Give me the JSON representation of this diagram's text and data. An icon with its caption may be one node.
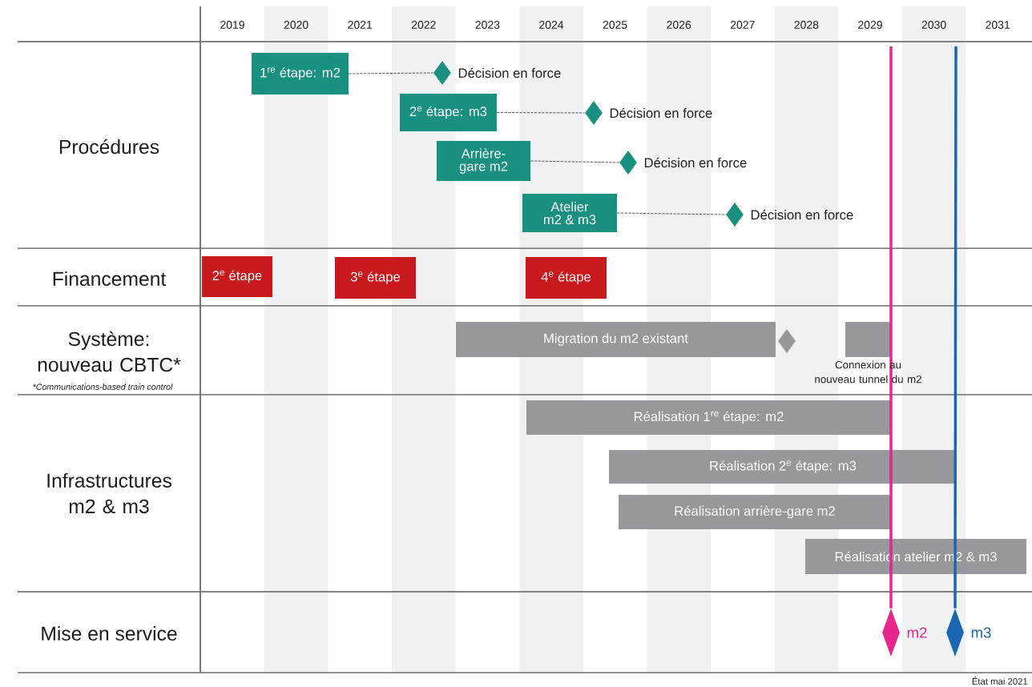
{
  "diagram": {
    "nodes": [
      {
        "text": [
          "1$^{re}$ étape: m2"
        ]
      },
      {
        "text": [],
        "shape": "diamond",
        "beside": [
          "Décision en force"
        ]
      },
      {
        "text": [
          "2$^{e}$ étape: m3"
        ]
      },
      {
        "text": [],
        "shape": "diamond",
        "beside": [
          "Décision en force"
        ]
      },
      {
        "text": [
          "Arrière-gare m2"
        ]
      },
      {
        "text": [],
        "shape": "diamond",
        "beside": [
          "Décision en force"
        ]
      },
      {
        "text": [
          "Atelier m2 & m3"
        ]
      },
      {
        "text": [],
        "shape": "diamond",
        "beside": [
          "Décision en force"
        ]
      },
      {
        "text": [
          "2$^{e}$ étape"
        ]
      },
      {
        "text": [
          "3$^{e}$ étape"
        ]
      },
      {
        "text": [
          "4$^{e}$ étape"
        ]
      },
      {
        "text": [
          "Migration du m2 existant"
        ]
      },
      {
        "text": [],
        "shape": "diamond"
      },
      {
        "text": [],
        "shape": "bar",
        "beside": [
          "Connexion au nouveau tunnel du m2"
        ]
      },
      {
        "text": [
          "Réalisation 1$^{re}$ étape: m2"
        ]
      },
      {
        "text": [
          "Réalisation 2$^{e}$ étape: m3"
        ]
      },
      {
        "text": [
          "Réalisation arrière-gare m2"
        ]
      },
      {
        "text": [
          "Réalisation atelier m2 & m3"
        ]
      },
      {
        "text": [],
        "shape": "diamond",
        "beside": [
          "m2"
        ]
      },
      {
        "text": [],
        "shape": "diamond",
        "beside": [
          "m3"
        ]
      }
    ],
    "edges": [
      {
        "from": 0,
        "to": 1,
        "arrow": "none",
        "style": "dashed"
      },
      {
        "from": 2,
        "to": 3,
        "arrow": "none",
        "style": "dashed"
      },
      {
        "from": 4,
        "to": 5,
        "arrow": "none",
        "style": "dashed"
      },
      {
        "from": 6,
        "to": 7,
        "arrow": "none",
        "style": "dashed"
      },
      {
        "from": null,
        "to": 18,
        "arrow": "none",
        "style": "thick",
        "color": "#e6258f"
      },
      {
        "from": null,
        "to": 19,
        "arrow": "none",
        "style": "thick",
        "color": "#1a66b0"
      }
    ],
    "labels": [
      "2019",
      "2020",
      "2021",
      "2022",
      "2023",
      "2024",
      "2025",
      "2026",
      "2027",
      "2028",
      "2029",
      "2030",
      "2031",
      "Procédures",
      "Financement",
      "Système: nouveau CBTC*",
      "*Communications-based train control",
      "Infrastructures m2 & m3",
      "Mise en service",
      "État mai 2021"
    ]
  }
}
